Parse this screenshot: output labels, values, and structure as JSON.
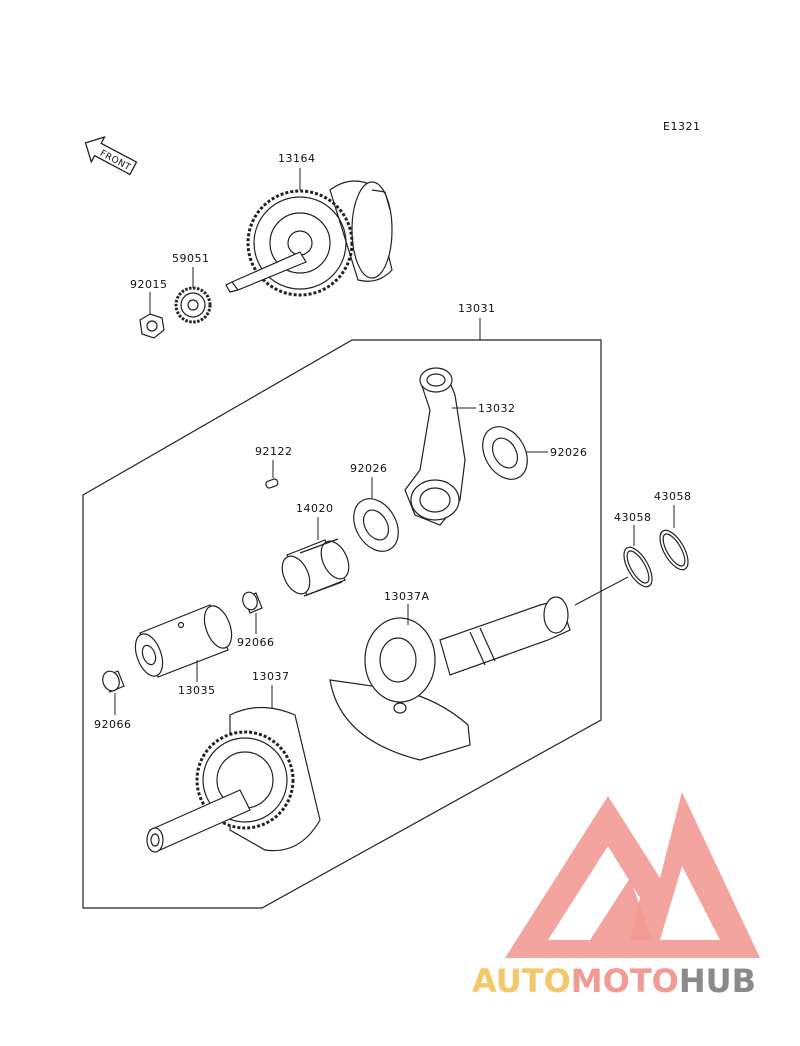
{
  "diagram": {
    "figure_code": "E1321",
    "front_label": "FRONT",
    "callouts": {
      "p13164": "13164",
      "p59051": "59051",
      "p92015": "92015",
      "p13031": "13031",
      "p13032": "13032",
      "p92026_right": "92026",
      "p92122": "92122",
      "p92026_left": "92026",
      "p14020": "14020",
      "p43058_a": "43058",
      "p43058_b": "43058",
      "p13037A": "13037A",
      "p92066_mid": "92066",
      "p13035": "13035",
      "p13037": "13037",
      "p92066_left": "92066"
    }
  },
  "watermark": {
    "part1": "AUTO",
    "part2": "MOTO",
    "part3": "HUB",
    "colors": {
      "auto": "#f2c86a",
      "moto": "#f29a94",
      "hub": "#8a8a8a"
    }
  }
}
